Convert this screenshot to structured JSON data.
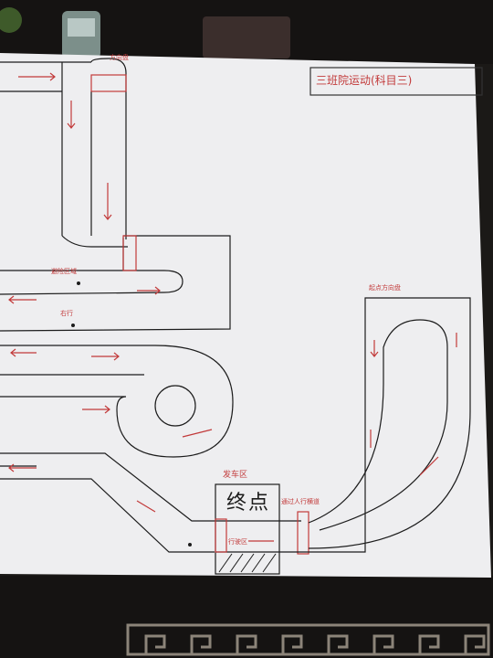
{
  "photo": {
    "subject": "hand-drawn driving test route diagram",
    "paper_color": "#eeeef0",
    "ink_color": "#1c1c1c",
    "annotation_color": "#c23a3a",
    "background_color": "#1b1917"
  },
  "title": "三班院运动(科目三)",
  "start_area_label": "发车区",
  "start_area_big": "终点",
  "small_labels": {
    "top_left_box": "方向盘",
    "left_mid": "避险区域",
    "left_mid2": "右行",
    "top_right_curve": "起点方向盘",
    "bottom_mid": "行驶区",
    "bottom_right": "通过人行横道"
  }
}
